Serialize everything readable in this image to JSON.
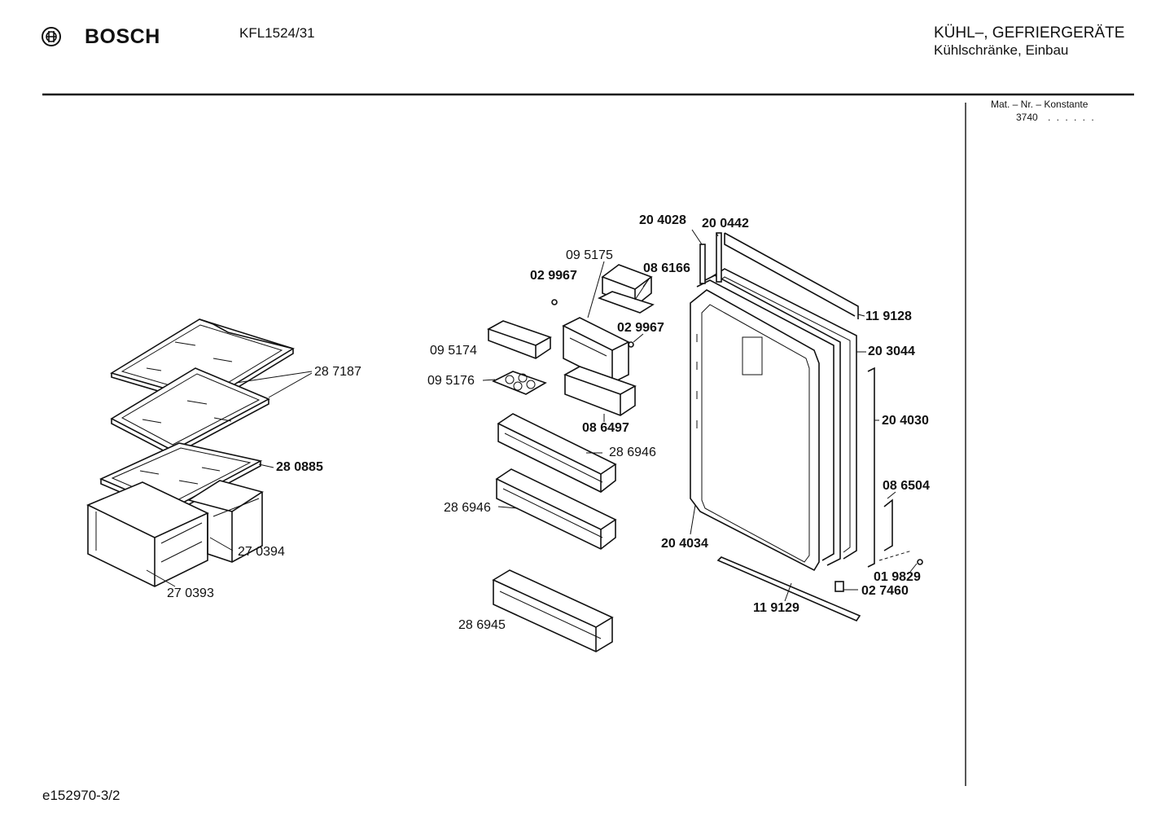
{
  "header": {
    "brand": "BOSCH",
    "model": "KFL1524/31",
    "category_line1": "KÜHL–, GEFRIERGERÄTE",
    "category_line2": "Kühlschränke, Einbau"
  },
  "mat_info": {
    "label": "Mat. – Nr. – Konstante",
    "value": "3740",
    "dots": ". .   . . . ."
  },
  "document_id": "e152970-3/2",
  "parts": [
    {
      "id": "p287187",
      "text": "28 7187",
      "bold": false
    },
    {
      "id": "p280885",
      "text": "28 0885",
      "bold": true
    },
    {
      "id": "p270394",
      "text": "27 0394",
      "bold": false
    },
    {
      "id": "p270393",
      "text": "27 0393",
      "bold": false
    },
    {
      "id": "p095175",
      "text": "09 5175",
      "bold": false
    },
    {
      "id": "p029967a",
      "text": "02 9967",
      "bold": true
    },
    {
      "id": "p086166",
      "text": "08 6166",
      "bold": true
    },
    {
      "id": "p029967b",
      "text": "02 9967",
      "bold": true
    },
    {
      "id": "p095174",
      "text": "09 5174",
      "bold": false
    },
    {
      "id": "p095176",
      "text": "09 5176",
      "bold": false
    },
    {
      "id": "p086497",
      "text": "08 6497",
      "bold": true
    },
    {
      "id": "p286946a",
      "text": "28 6946",
      "bold": false
    },
    {
      "id": "p286946b",
      "text": "28 6946",
      "bold": false
    },
    {
      "id": "p286945",
      "text": "28 6945",
      "bold": false
    },
    {
      "id": "p204028",
      "text": "20 4028",
      "bold": true
    },
    {
      "id": "p200442",
      "text": "20 0442",
      "bold": true
    },
    {
      "id": "p119128",
      "text": "11 9128",
      "bold": true
    },
    {
      "id": "p203044",
      "text": "20 3044",
      "bold": true
    },
    {
      "id": "p204030",
      "text": "20 4030",
      "bold": true
    },
    {
      "id": "p086504",
      "text": "08 6504",
      "bold": true
    },
    {
      "id": "p204034",
      "text": "20 4034",
      "bold": true
    },
    {
      "id": "p019829",
      "text": "01 9829",
      "bold": true
    },
    {
      "id": "p027460",
      "text": "02 7460",
      "bold": true
    },
    {
      "id": "p119129",
      "text": "11 9129",
      "bold": true
    }
  ]
}
